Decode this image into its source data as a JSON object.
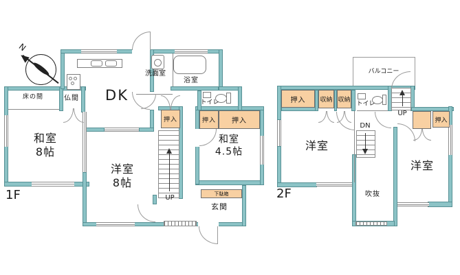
{
  "colors": {
    "wall": "#8cc3c6",
    "wall_border": "#569094",
    "closet": "#f8d0a2",
    "line": "#8a8a8a",
    "text": "#1b1b1b",
    "bg": "#ffffff"
  },
  "compass": {
    "north_label": "N"
  },
  "floor1": {
    "floor_label": "1F",
    "rooms": {
      "tokonoma": "床の間",
      "butsuma": "仏間",
      "washitsu8": "和室\n8帖",
      "dk": "DK",
      "senmenshitsu": "洗面室",
      "yokushitsu": "浴室",
      "toire": "トイレ",
      "yoshitsu8": "洋室\n8帖",
      "washitsu45": "和室\n4.5帖",
      "genkan": "玄関"
    },
    "storage": {
      "oshiire_hall": "押入",
      "oshiire_left": "押入",
      "oshiire_main": "押入",
      "getabako": "下駄箱"
    },
    "stairs_label": "UP"
  },
  "floor2": {
    "floor_label": "2F",
    "rooms": {
      "yoshitsu_left": "洋室",
      "yoshitsu_right": "洋室",
      "toire": "トイレ",
      "balcony": "バルコニー",
      "fukinuke": "吹抜"
    },
    "storage": {
      "oshiire_top": "押入",
      "shuno_1": "収納",
      "shuno_2": "収納",
      "oshiire_right": "押入"
    },
    "stairs_up_label": "UP",
    "stairs_down_label": "DN"
  }
}
